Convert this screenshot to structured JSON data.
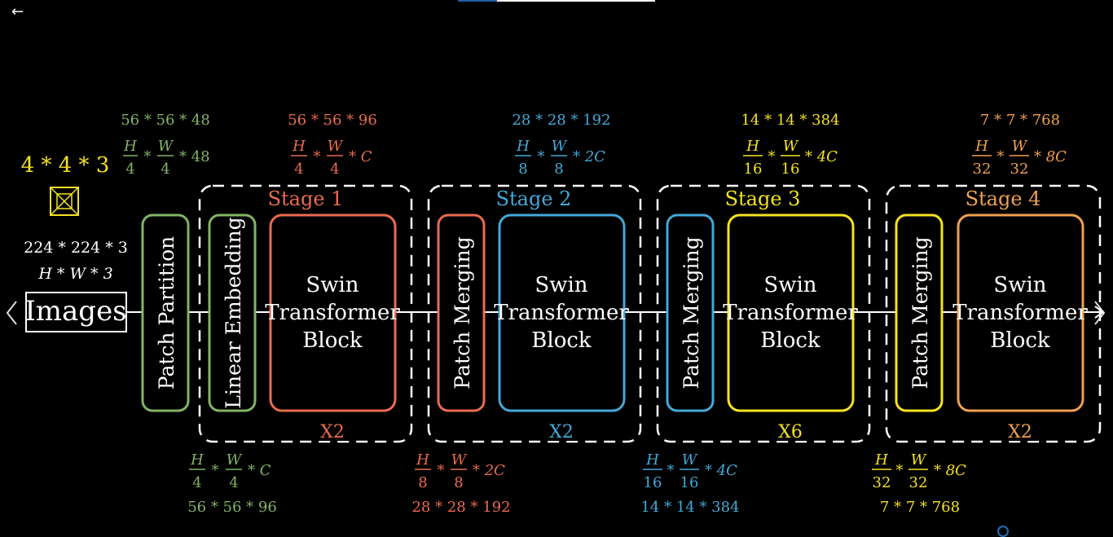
{
  "nav": {
    "back_icon": "arrow-left-icon",
    "prev_icon": "chevron-left-icon",
    "next_icon": "chevron-right-icon",
    "progress": 0.2
  },
  "colors": {
    "green": "#82b366",
    "red": "#ea6b4f",
    "blue": "#44a8d8",
    "yellow": "#f5e220",
    "orange": "#f0a050",
    "white": "#ffffff"
  },
  "input": {
    "patch_dims": "4 * 4 * 3",
    "size_numeric": "224 * 224 * 3",
    "size_symbolic": "H * W * 3",
    "label": "Images"
  },
  "partition": {
    "label": "Patch Partition",
    "out_numeric": "56 * 56 * 48",
    "out_sym_num1": "H",
    "out_sym_den1": "4",
    "out_sym_num2": "W",
    "out_sym_den2": "4",
    "out_sym_suffix": "* 48"
  },
  "stages": [
    {
      "title": "Stage 1",
      "first_block": "Linear Embedding",
      "block_line1": "Swin",
      "block_line2": "Transformer",
      "block_line3": "Block",
      "repeat": "X2",
      "top_numeric": "56 * 56 * 96",
      "top_num1": "H",
      "top_den1": "4",
      "top_num2": "W",
      "top_den2": "4",
      "top_suffix": "* C",
      "bottom_numeric": "56 * 56 * 96",
      "bot_num1": "H",
      "bot_den1": "4",
      "bot_num2": "W",
      "bot_den2": "4",
      "bot_suffix": "* C"
    },
    {
      "title": "Stage 2",
      "first_block": "Patch Merging",
      "block_line1": "Swin",
      "block_line2": "Transformer",
      "block_line3": "Block",
      "repeat": "X2",
      "top_numeric": "28 * 28 * 192",
      "top_num1": "H",
      "top_den1": "8",
      "top_num2": "W",
      "top_den2": "8",
      "top_suffix": "* 2C",
      "bottom_numeric": "28 * 28 * 192",
      "bot_num1": "H",
      "bot_den1": "8",
      "bot_num2": "W",
      "bot_den2": "8",
      "bot_suffix": "* 2C"
    },
    {
      "title": "Stage 3",
      "first_block": "Patch Merging",
      "block_line1": "Swin",
      "block_line2": "Transformer",
      "block_line3": "Block",
      "repeat": "X6",
      "top_numeric": "14 * 14 * 384",
      "top_num1": "H",
      "top_den1": "16",
      "top_num2": "W",
      "top_den2": "16",
      "top_suffix": "* 4C",
      "bottom_numeric": "14 * 14 * 384",
      "bot_num1": "H",
      "bot_den1": "16",
      "bot_num2": "W",
      "bot_den2": "16",
      "bot_suffix": "* 4C"
    },
    {
      "title": "Stage 4",
      "first_block": "Patch Merging",
      "block_line1": "Swin",
      "block_line2": "Transformer",
      "block_line3": "Block",
      "repeat": "X2",
      "top_numeric": "7 * 7 * 768",
      "top_num1": "H",
      "top_den1": "32",
      "top_num2": "W",
      "top_den2": "32",
      "top_suffix": "* 8C",
      "bottom_numeric": "7 * 7 * 768",
      "bot_num1": "H",
      "bot_den1": "32",
      "bot_num2": "W",
      "bot_den2": "32",
      "bot_suffix": "* 8C"
    }
  ]
}
